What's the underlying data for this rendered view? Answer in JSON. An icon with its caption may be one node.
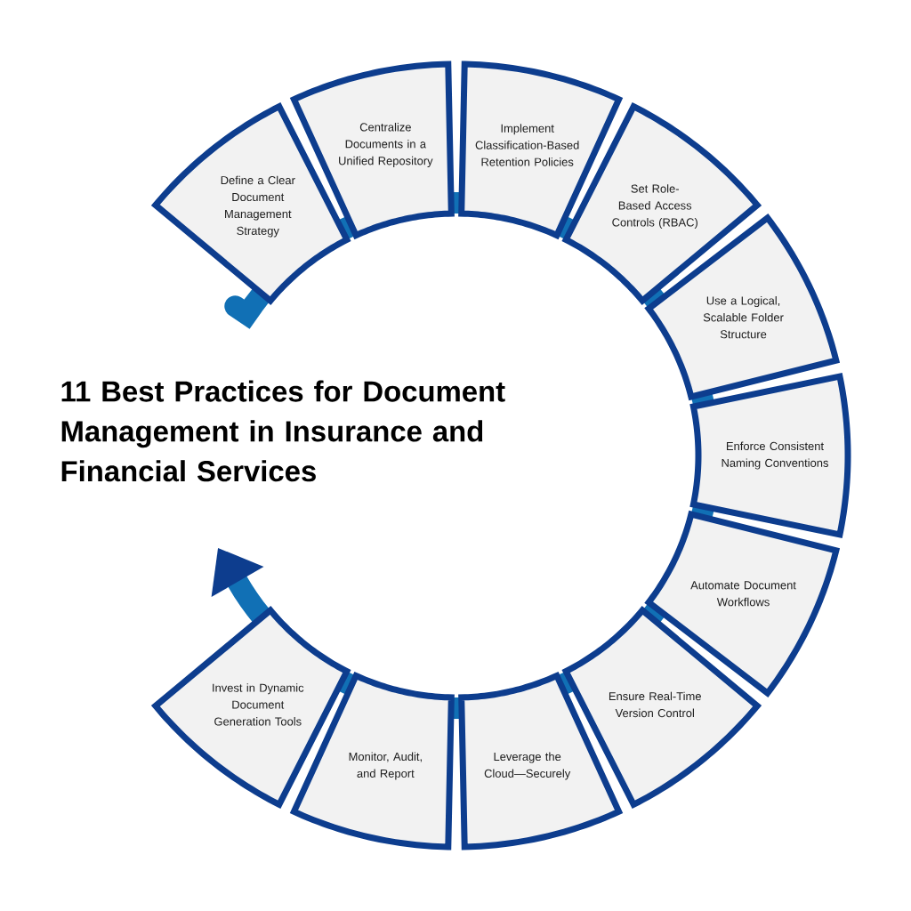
{
  "diagram": {
    "title": "11 Best Practices for Document Management in Insurance and Financial Services",
    "nodes": [
      {
        "text": [
          "Define a Clear Document Management Strategy"
        ]
      },
      {
        "text": [
          "Centralize Documents in a Unified Repository"
        ]
      },
      {
        "text": [
          "Implement Classification-Based Retention Policies"
        ]
      },
      {
        "text": [
          "Set Role-Based Access Controls (RBAC)"
        ]
      },
      {
        "text": [
          "Use a Logical, Scalable Folder Structure"
        ]
      },
      {
        "text": [
          "Enforce Consistent Naming Conventions"
        ]
      },
      {
        "text": [
          "Automate Document Workflows"
        ]
      },
      {
        "text": [
          "Ensure Real-Time Version Control"
        ]
      },
      {
        "text": [
          "Leverage the Cloud—Securely"
        ]
      },
      {
        "text": [
          "Monitor, Audit, and Report"
        ]
      },
      {
        "text": [
          "Invest in Dynamic Document Generation Tools"
        ]
      }
    ]
  }
}
